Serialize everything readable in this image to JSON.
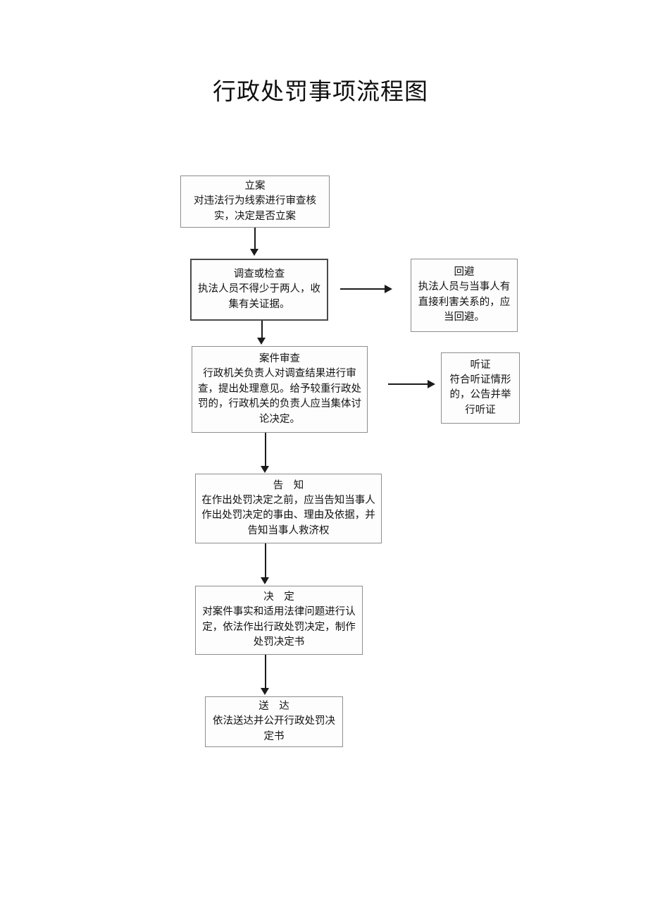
{
  "document": {
    "title": "行政处罚事项流程图"
  },
  "flow": {
    "nodes": [
      {
        "id": "filing",
        "head": "立案",
        "body": "对违法行为线索进行审查核实，决定是否立案"
      },
      {
        "id": "investigation",
        "head": "调查或检查",
        "body": "执法人员不得少于两人，收集有关证据。"
      },
      {
        "id": "review",
        "head": "案件审查",
        "body": "行政机关负责人对调查结果进行审查，提出处理意见。给予较重行政处罚的，行政机关的负责人应当集体讨论决定。"
      },
      {
        "id": "notify",
        "head": "告　知",
        "body": "在作出处罚决定之前，应当告知当事人作出处罚决定的事由、理由及依据，并告知当事人救济权"
      },
      {
        "id": "decision",
        "head": "决　定",
        "body": "对案件事实和适用法律问题进行认定，依法作出行政处罚决定，制作处罚决定书"
      },
      {
        "id": "service",
        "head": "送　达",
        "body": "依法送达并公开行政处罚决定书"
      }
    ],
    "side_nodes": [
      {
        "id": "recusal",
        "head": "回避",
        "body": "执法人员与当事人有直接利害关系的，应当回避。"
      },
      {
        "id": "hearing",
        "head": "听证",
        "body": "符合听证情形的，公告并举行听证"
      }
    ]
  }
}
